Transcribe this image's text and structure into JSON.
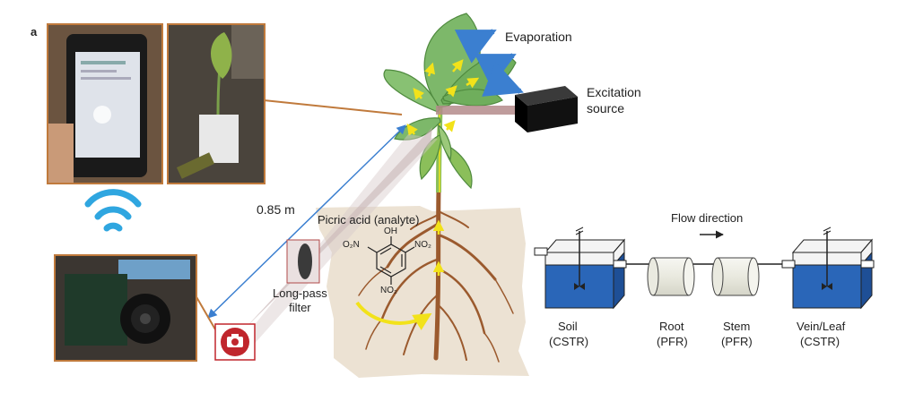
{
  "panel_letter": "a",
  "labels": {
    "evaporation": "Evaporation",
    "excitation_source": "Excitation\nsource",
    "distance": "0.85 m",
    "analyte": "Picric acid (analyte)",
    "filter": "Long-pass\nfilter",
    "flow_direction": "Flow direction"
  },
  "molecule": {
    "oh": "OH",
    "no2_left": "O₂N",
    "no2_right": "NO₂",
    "no2_bottom": "NO₂"
  },
  "reactors": [
    {
      "name": "Soil",
      "model": "(CSTR)"
    },
    {
      "name": "Root",
      "model": "(PFR)"
    },
    {
      "name": "Stem",
      "model": "(PFR)"
    },
    {
      "name": "Vein/Leaf",
      "model": "(CSTR)"
    }
  ],
  "colors": {
    "photo_border": "#c07a3c",
    "leaf": "#7db86a",
    "leaf_dark": "#4f8a3e",
    "soil": "#ece2d3",
    "root": "#9b5a2e",
    "tank_water": "#2a66b8",
    "wifi": "#2fa6e0",
    "arrow_blue": "#3b7fd0",
    "yellow": "#f2e21a",
    "camera_red": "#c0262d"
  },
  "icons": [
    "wifi-icon",
    "camera-icon"
  ]
}
